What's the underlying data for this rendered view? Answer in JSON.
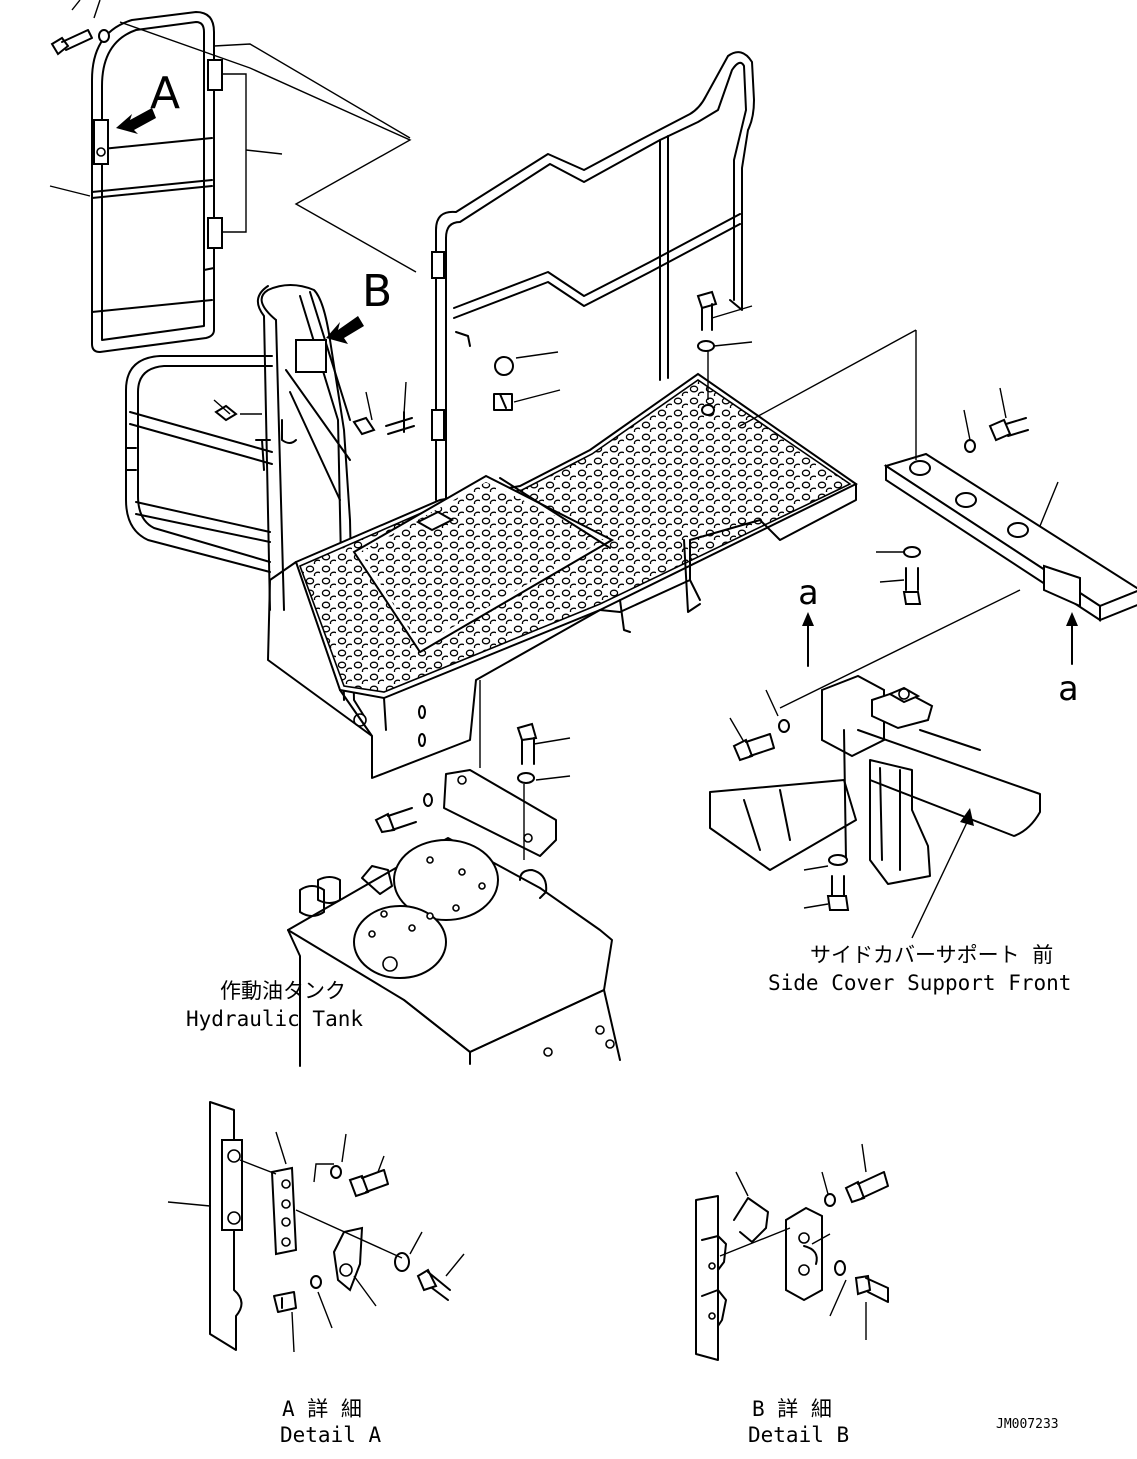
{
  "labels": {
    "view_a": "A",
    "view_b": "B",
    "ref_a_top": "a",
    "ref_a_right": "a"
  },
  "callouts": {
    "hydraulic_tank_jp": "作動油タンク",
    "hydraulic_tank_en": "Hydraulic Tank",
    "side_cover_support_jp": "サイドカバーサポート 前",
    "side_cover_support_en": "Side Cover Support Front"
  },
  "details": {
    "detail_a_jp": "A 詳 細",
    "detail_a_en": "Detail A",
    "detail_b_jp": "B 詳 細",
    "detail_b_en": "Detail B"
  },
  "drawing_code": "JM007233"
}
